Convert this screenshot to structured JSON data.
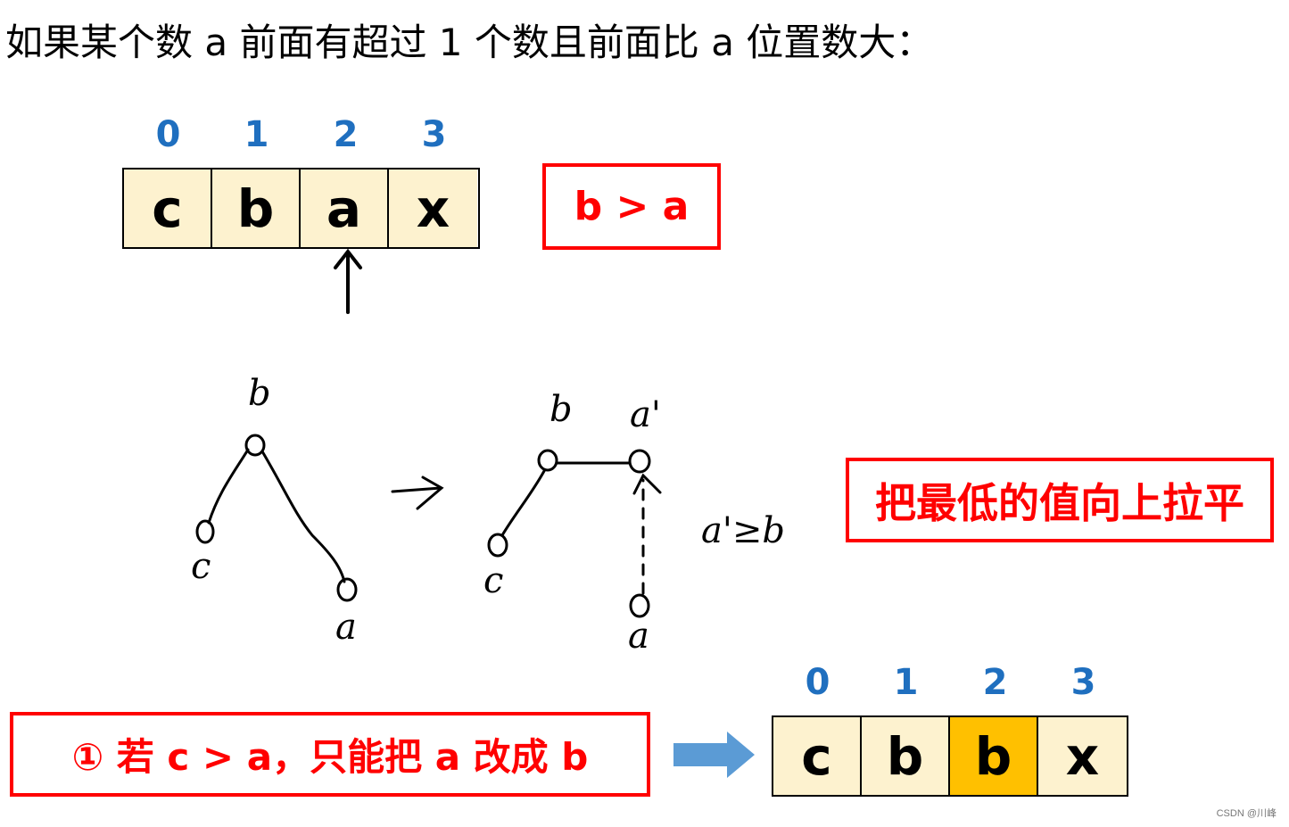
{
  "heading": "如果某个数 a 前面有超过 1 个数且前面比 a 位置数大：",
  "top_array": {
    "indices": [
      "0",
      "1",
      "2",
      "3"
    ],
    "cells": [
      "c",
      "b",
      "a",
      "x"
    ]
  },
  "condition_box": "b > a",
  "tree_left": {
    "top": "b",
    "left": "c",
    "right": "a"
  },
  "tree_right": {
    "left_top": "b",
    "right_top": "a'",
    "left_child": "c",
    "bottom": "a"
  },
  "relation_note": "a'≥b",
  "flatten_box": "把最低的值向上拉平",
  "rule_box": "① 若 c > a，只能把 a 改成 b",
  "bottom_array": {
    "indices": [
      "0",
      "1",
      "2",
      "3"
    ],
    "cells": [
      "c",
      "b",
      "b",
      "x"
    ]
  },
  "colors": {
    "index_blue": "#1f6fbf",
    "cell_fill": "#fdf2cf",
    "highlight_fill": "#ffc000",
    "red": "#ff0000",
    "arrow_blue": "#5b9bd5"
  },
  "watermark": "CSDN @川峰"
}
